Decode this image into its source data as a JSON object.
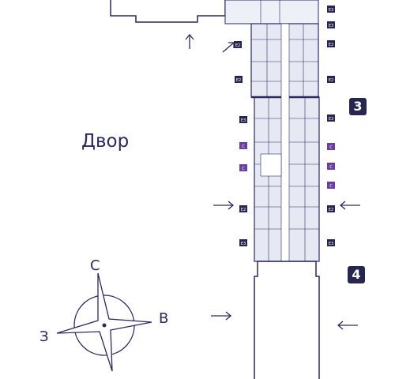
{
  "yard_label": "Двор",
  "sections": [
    {
      "number": "3"
    },
    {
      "number": "4"
    }
  ],
  "compass": {
    "north": "С",
    "east": "В",
    "west": "З"
  },
  "unit_tags": {
    "left": [
      "Е2",
      "Е2",
      "Е3",
      "С",
      "С",
      "Е2",
      "Е3"
    ],
    "right": [
      "Е3",
      "Е3",
      "Е2",
      "Е2",
      "Е3",
      "С",
      "С",
      "С",
      "Е2",
      "Е3"
    ]
  },
  "colors": {
    "line": "#2a2a5e",
    "badge": "#26264f",
    "accent_purple": "#6b3fa0",
    "floor_fill": "#e6e9f3",
    "room_fill": "#f3f4fa"
  }
}
